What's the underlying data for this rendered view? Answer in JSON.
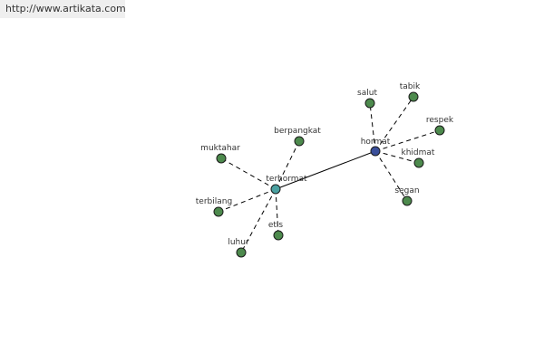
{
  "header": {
    "url": "http://www.artikata.com"
  },
  "graph": {
    "center_color": "#3a4f9a",
    "hub_color": "#4aa0a0",
    "leaf_color": "#4d8a4d",
    "nodes": [
      {
        "id": "hormat",
        "label": "hormat",
        "role": "center",
        "icon": "node-circle"
      },
      {
        "id": "terhormat",
        "label": "terhormat",
        "role": "hub",
        "icon": "node-circle"
      },
      {
        "id": "salut",
        "label": "salut",
        "role": "leaf",
        "icon": "node-circle"
      },
      {
        "id": "tabik",
        "label": "tabik",
        "role": "leaf",
        "icon": "node-circle"
      },
      {
        "id": "respek",
        "label": "respek",
        "role": "leaf",
        "icon": "node-circle"
      },
      {
        "id": "khidmat",
        "label": "khidmat",
        "role": "leaf",
        "icon": "node-circle"
      },
      {
        "id": "segan",
        "label": "segan",
        "role": "leaf",
        "icon": "node-circle"
      },
      {
        "id": "berpangkat",
        "label": "berpangkat",
        "role": "leaf",
        "icon": "node-circle"
      },
      {
        "id": "muktahar",
        "label": "muktahar",
        "role": "leaf",
        "icon": "node-circle"
      },
      {
        "id": "terbilang",
        "label": "terbilang",
        "role": "leaf",
        "icon": "node-circle"
      },
      {
        "id": "etis",
        "label": "etis",
        "role": "leaf",
        "icon": "node-circle"
      },
      {
        "id": "luhur",
        "label": "luhur",
        "role": "leaf",
        "icon": "node-circle"
      }
    ],
    "edges": [
      {
        "from": "hormat",
        "to": "terhormat",
        "style": "solid"
      },
      {
        "from": "hormat",
        "to": "salut",
        "style": "dashed"
      },
      {
        "from": "hormat",
        "to": "tabik",
        "style": "dashed"
      },
      {
        "from": "hormat",
        "to": "respek",
        "style": "dashed"
      },
      {
        "from": "hormat",
        "to": "khidmat",
        "style": "dashed"
      },
      {
        "from": "hormat",
        "to": "segan",
        "style": "dashed"
      },
      {
        "from": "terhormat",
        "to": "berpangkat",
        "style": "dashed"
      },
      {
        "from": "terhormat",
        "to": "muktahar",
        "style": "dashed"
      },
      {
        "from": "terhormat",
        "to": "terbilang",
        "style": "dashed"
      },
      {
        "from": "terhormat",
        "to": "etis",
        "style": "dashed"
      },
      {
        "from": "terhormat",
        "to": "luhur",
        "style": "dashed"
      }
    ]
  }
}
